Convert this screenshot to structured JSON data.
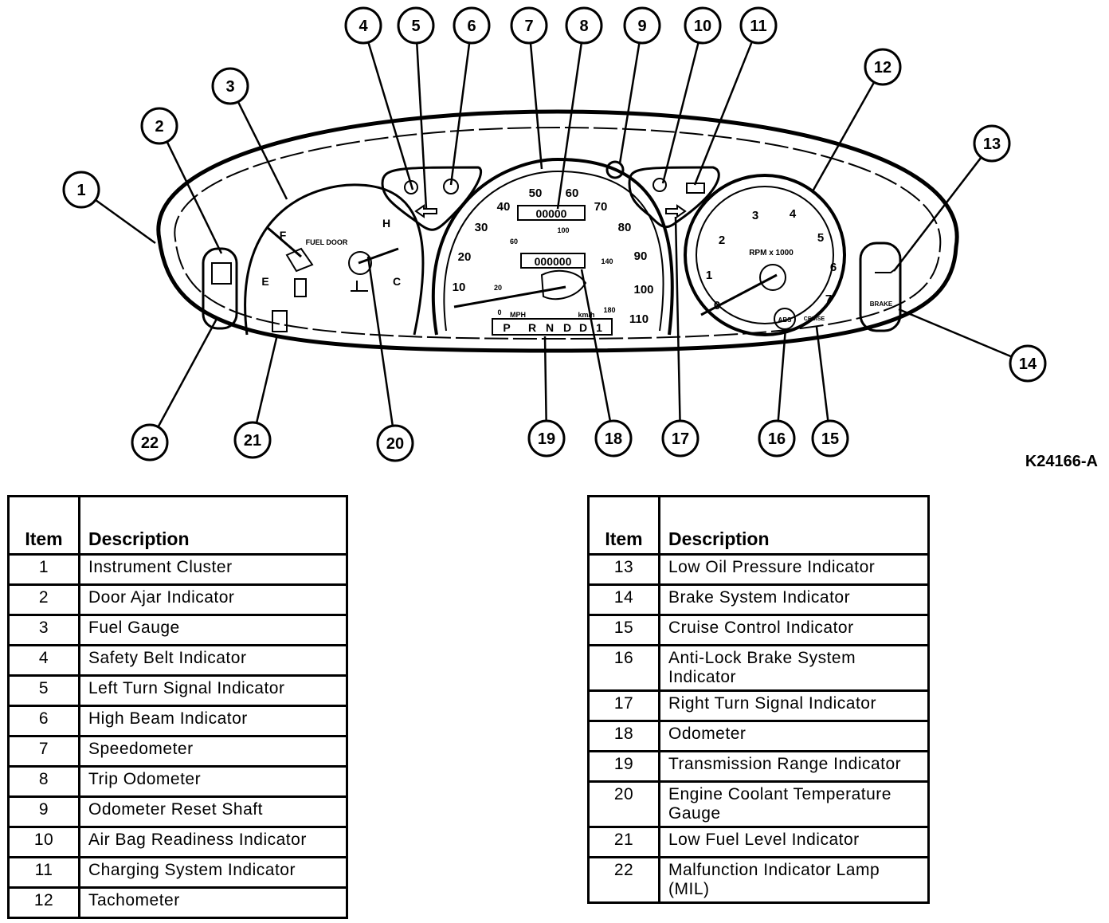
{
  "figure_id": "K24166-A",
  "gauge_labels": {
    "fuel_door": "FUEL DOOR",
    "full": "F",
    "empty": "E",
    "hot": "H",
    "cold": "C",
    "mph": "MPH",
    "kmh": "km/h",
    "rpm": "RPM x 1000",
    "trip_digits": "00000",
    "odo_digits": "000000",
    "prnd": [
      "P",
      "R",
      "N",
      "D",
      "D",
      "1"
    ],
    "abs": "ABS",
    "cruise": "CRUISE",
    "brake": "BRAKE"
  },
  "speed_ticks": [
    "10",
    "20",
    "30",
    "40",
    "50",
    "60",
    "70",
    "80",
    "90",
    "100",
    "110"
  ],
  "kmh_ticks": [
    "0",
    "20",
    "60",
    "100",
    "140",
    "180"
  ],
  "rpm_ticks": [
    "0",
    "1",
    "2",
    "3",
    "4",
    "5",
    "6",
    "7"
  ],
  "callouts": [
    "1",
    "2",
    "3",
    "4",
    "5",
    "6",
    "7",
    "8",
    "9",
    "10",
    "11",
    "12",
    "13",
    "14",
    "15",
    "16",
    "17",
    "18",
    "19",
    "20",
    "21",
    "22"
  ],
  "table_left": {
    "header_item": "Item",
    "header_desc": "Description",
    "rows": [
      {
        "item": "1",
        "desc": "Instrument Cluster"
      },
      {
        "item": "2",
        "desc": "Door Ajar Indicator"
      },
      {
        "item": "3",
        "desc": "Fuel Gauge"
      },
      {
        "item": "4",
        "desc": "Safety Belt Indicator"
      },
      {
        "item": "5",
        "desc": "Left Turn Signal Indicator"
      },
      {
        "item": "6",
        "desc": "High Beam Indicator"
      },
      {
        "item": "7",
        "desc": "Speedometer"
      },
      {
        "item": "8",
        "desc": "Trip Odometer"
      },
      {
        "item": "9",
        "desc": "Odometer Reset Shaft"
      },
      {
        "item": "10",
        "desc": "Air Bag Readiness Indicator"
      },
      {
        "item": "11",
        "desc": "Charging System Indicator"
      },
      {
        "item": "12",
        "desc": "Tachometer"
      }
    ]
  },
  "table_right": {
    "header_item": "Item",
    "header_desc": "Description",
    "rows": [
      {
        "item": "13",
        "desc": "Low Oil Pressure Indicator"
      },
      {
        "item": "14",
        "desc": "Brake System Indicator"
      },
      {
        "item": "15",
        "desc": "Cruise Control Indicator"
      },
      {
        "item": "16",
        "desc": "Anti-Lock Brake System Indicator"
      },
      {
        "item": "17",
        "desc": "Right Turn Signal Indicator"
      },
      {
        "item": "18",
        "desc": "Odometer"
      },
      {
        "item": "19",
        "desc": "Transmission Range Indicator"
      },
      {
        "item": "20",
        "desc": "Engine Coolant Temperature Gauge"
      },
      {
        "item": "21",
        "desc": "Low Fuel Level Indicator"
      },
      {
        "item": "22",
        "desc": "Malfunction Indicator Lamp (MIL)"
      }
    ]
  }
}
